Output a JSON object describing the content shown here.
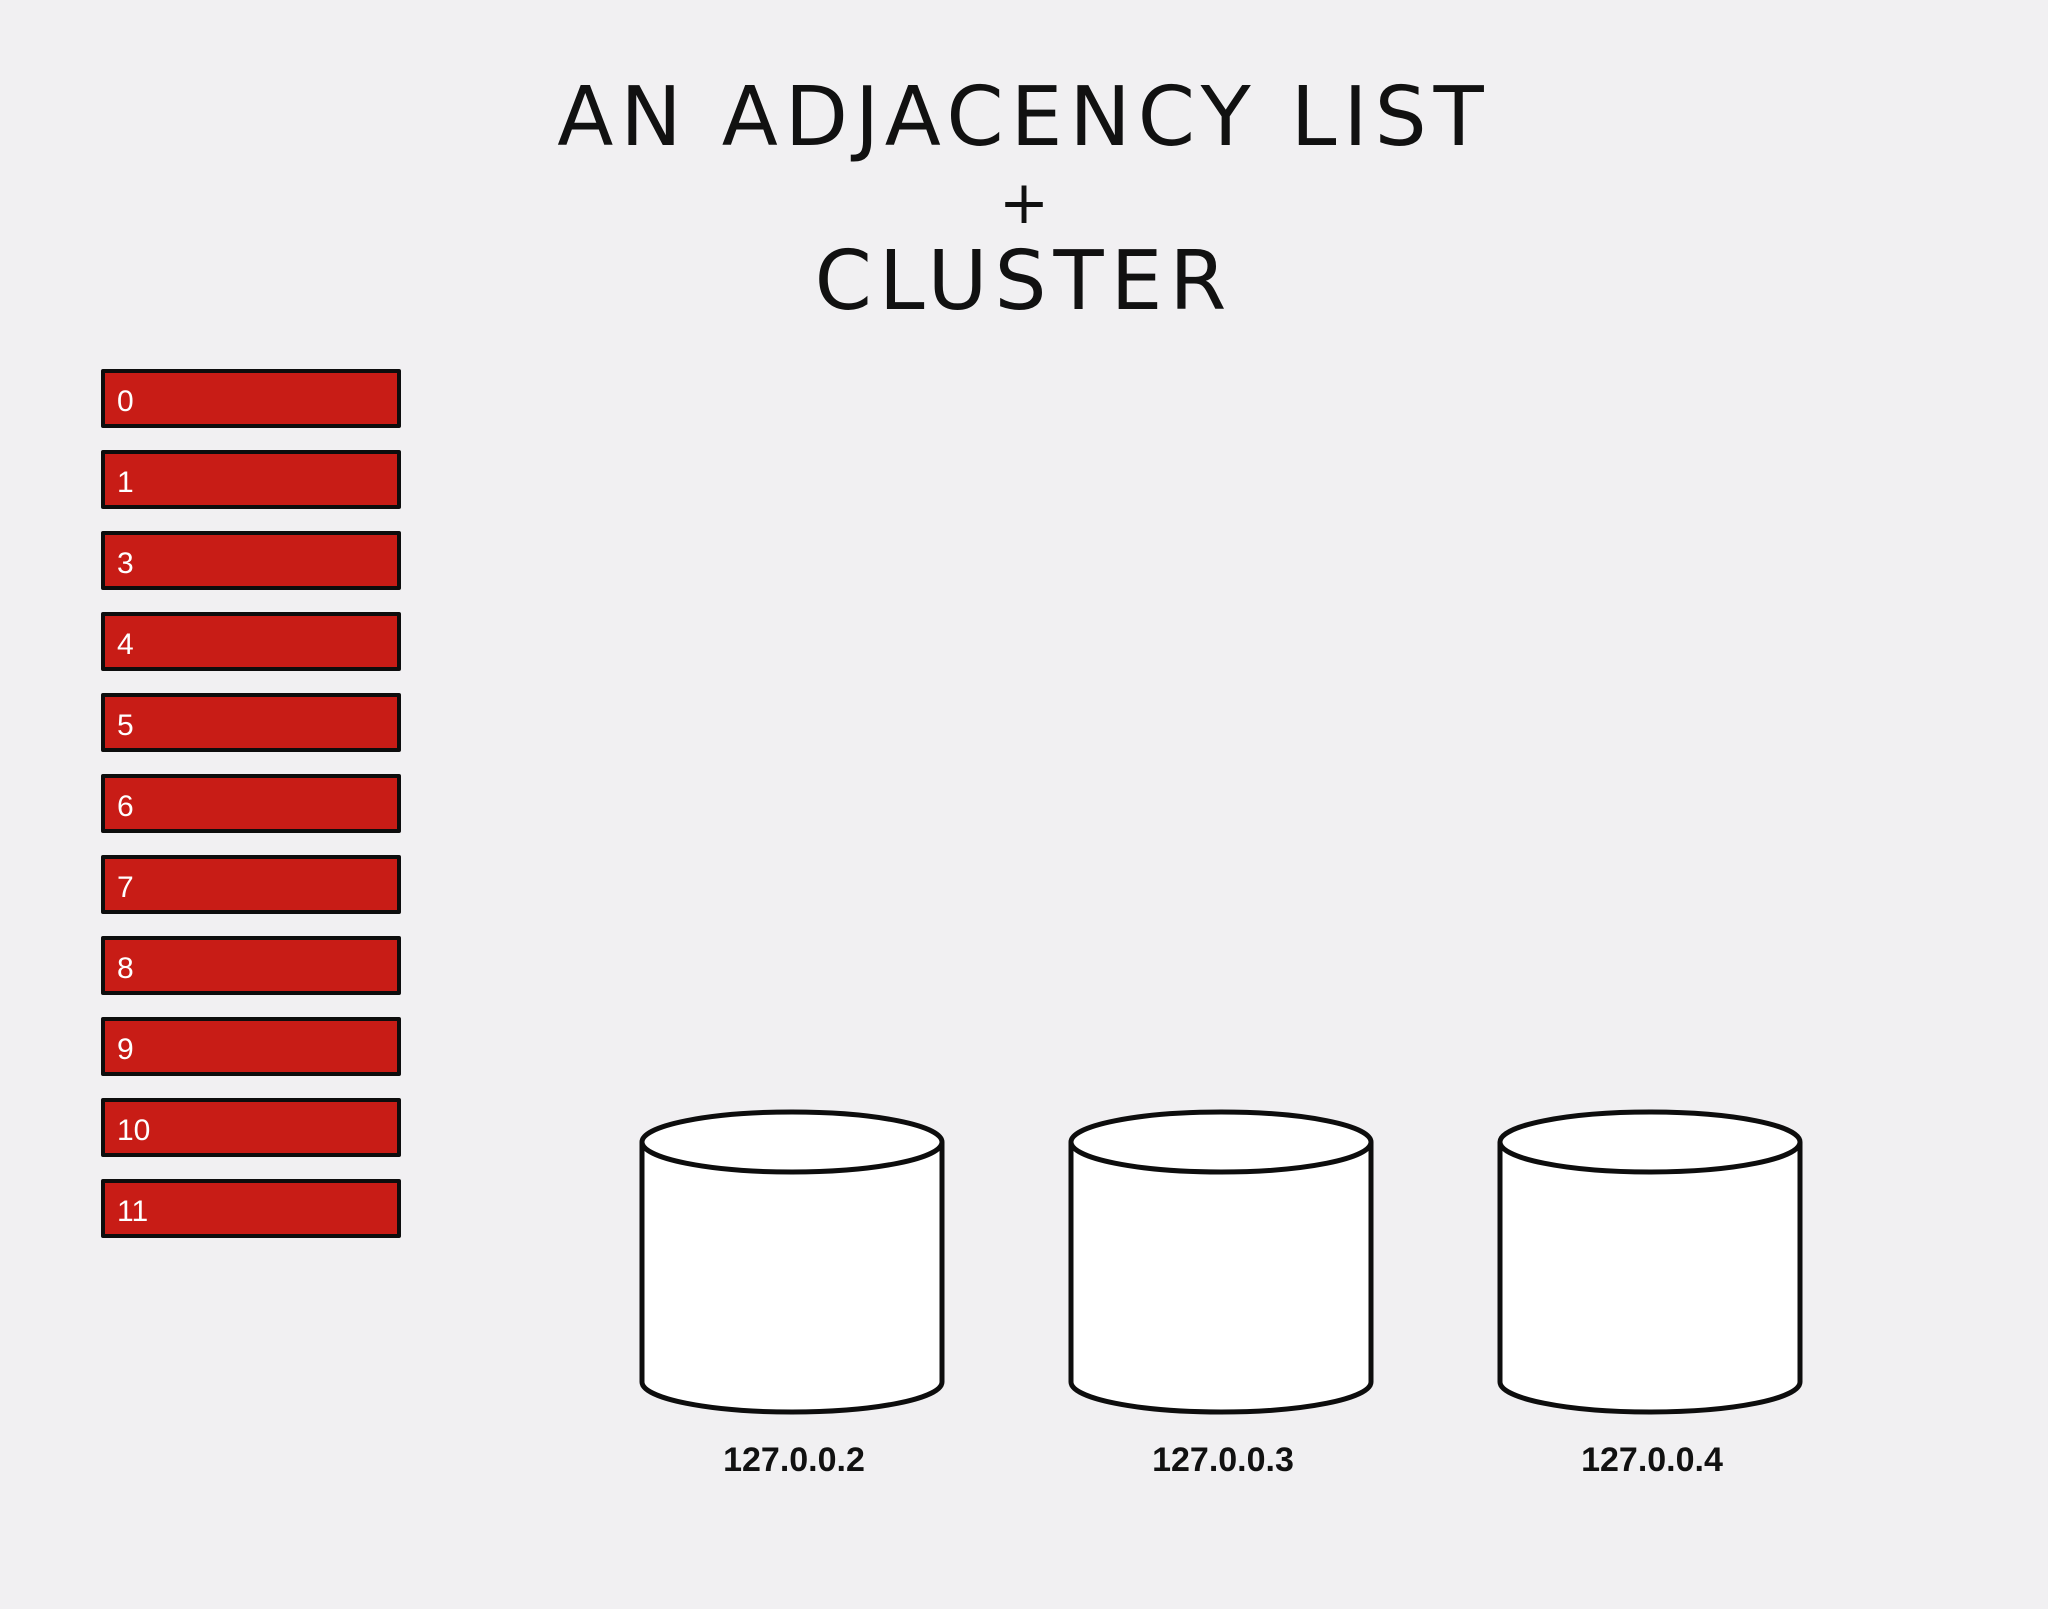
{
  "title": {
    "line1": "AN ADJACENCY LIST",
    "plus": "+",
    "line2": "CLUSTER"
  },
  "adjacency_list": {
    "items": [
      "0",
      "1",
      "3",
      "4",
      "5",
      "6",
      "7",
      "8",
      "9",
      "10",
      "11"
    ],
    "color": "#c81c16"
  },
  "cluster": {
    "nodes": [
      {
        "label": "127.0.0.2"
      },
      {
        "label": "127.0.0.3"
      },
      {
        "label": "127.0.0.4"
      }
    ]
  },
  "colors": {
    "background": "#f1f0f2",
    "item_fill": "#c81c16",
    "outline": "#0d0d0d",
    "cylinder_fill": "#ffffff"
  }
}
